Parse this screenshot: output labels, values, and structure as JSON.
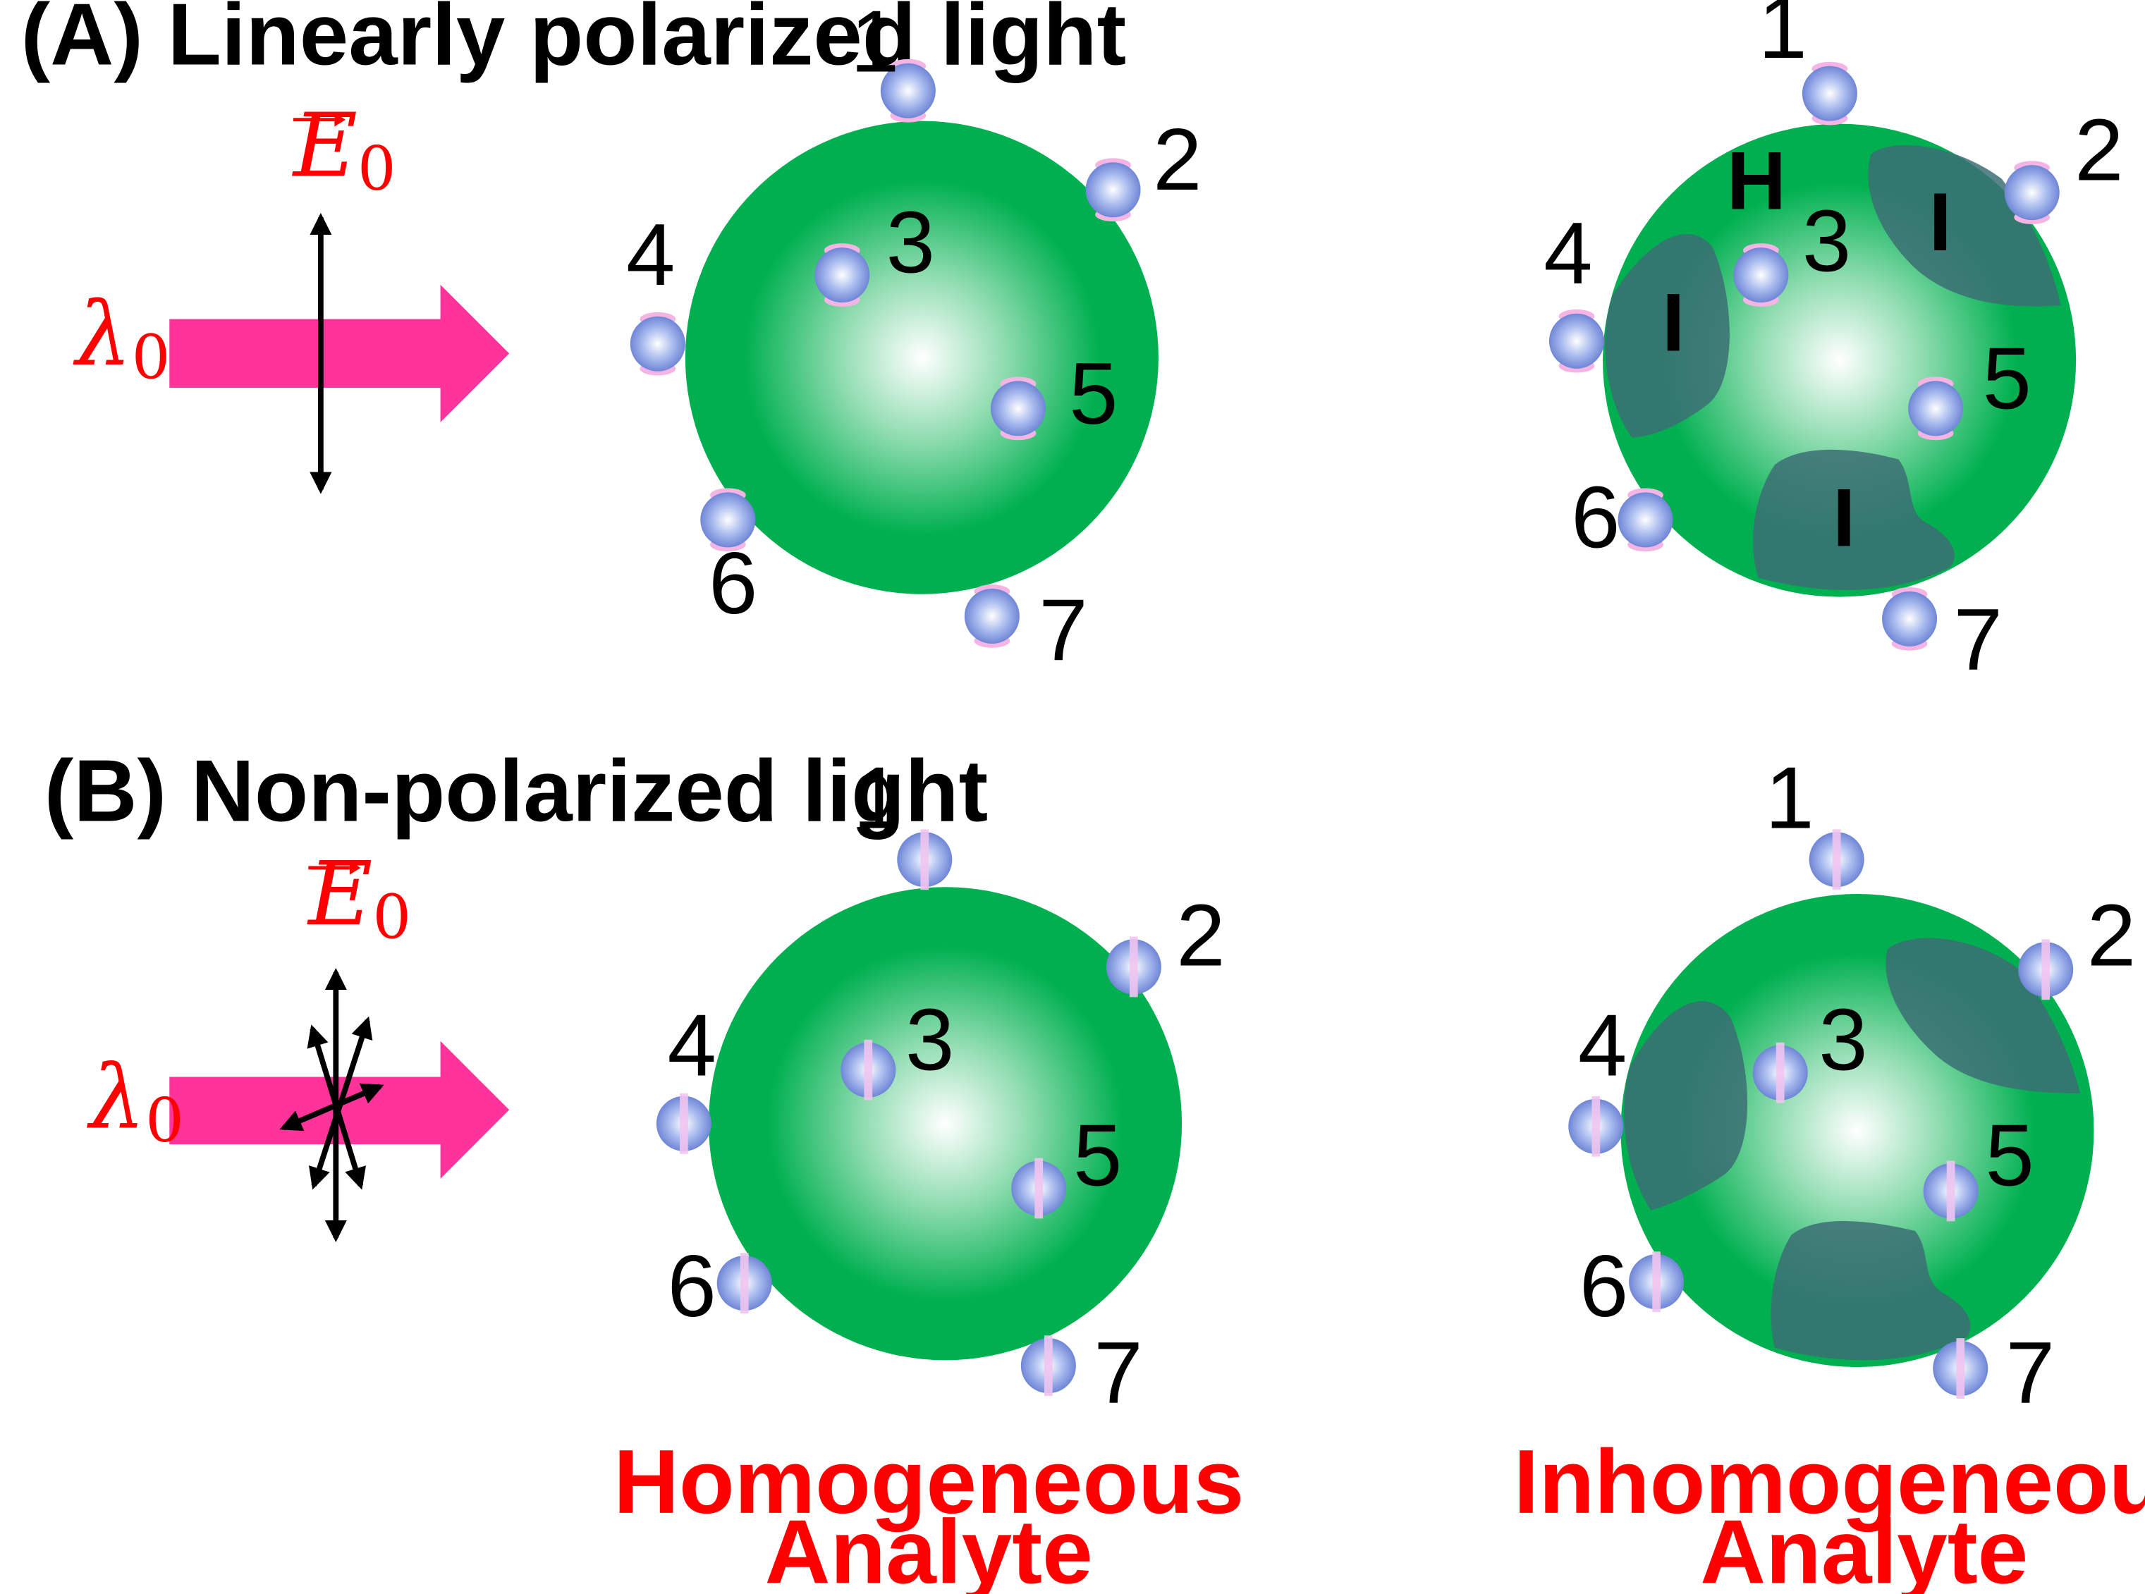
{
  "panels": {
    "a_title": "(A) Linearly polarized light",
    "b_title": "(B) Non-polarized light"
  },
  "light": {
    "field_symbol": "E",
    "field_subscript": "0",
    "wavelength_symbol": "λ",
    "wavelength_subscript": "0"
  },
  "particle_labels": [
    "1",
    "2",
    "3",
    "4",
    "5",
    "6",
    "7"
  ],
  "regions": {
    "homogeneous": "H",
    "inhomogeneous": "I"
  },
  "captions": {
    "homogeneous_line1": "Homogeneous",
    "homogeneous_line2": "Analyte",
    "inhomogeneous_line1": "Inhomogeneous",
    "inhomogeneous_line2": "Analyte"
  },
  "colors": {
    "accent_red": "#ff0000",
    "arrow_pink": "#ff3399",
    "sphere_green": "#00b050",
    "patch_teal": "#3c6e74",
    "particle_blue": "#8ea4e8",
    "particle_pink": "#f4b4e4"
  }
}
